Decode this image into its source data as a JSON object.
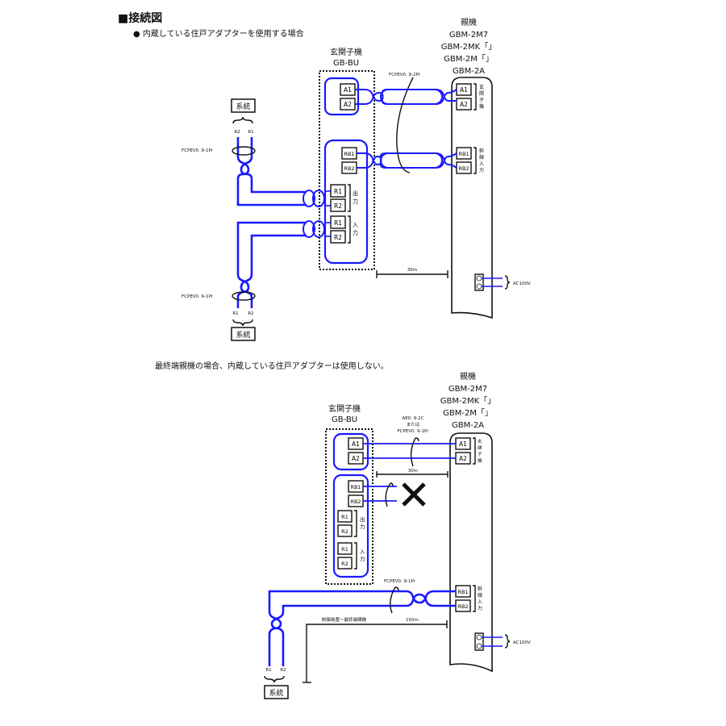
{
  "heading": "■接続図",
  "section1": {
    "caption": "● 内蔵している住戸アダプターを使用する場合",
    "entry_unit": {
      "label": "玄関子機",
      "model": "GB-BU"
    },
    "master_unit": {
      "label": "親機",
      "models": [
        "GBM-2M7",
        "GBM-2MK「」",
        "GBM-2M「」",
        "GBM-2A"
      ]
    },
    "terminals_entry": {
      "A1": "A1",
      "A2": "A2",
      "RB1": "RB1",
      "RB2": "RB2",
      "R1": "R1",
      "R2": "R2"
    },
    "group_out": "出力",
    "group_in": "入力",
    "master_terminals": {
      "A1": "A1",
      "A2": "A2",
      "RB1": "RB1",
      "RB2": "RB2"
    },
    "master_group_entry": "玄関子機",
    "master_group_trunk": "幹線入力",
    "cable_top": "FCPEV0. 9-2Pr",
    "cable_upper_trunk": "FCPEV0. 9-1Pr",
    "cable_lower_trunk": "FCPEV0. 9-1Pr",
    "trunk_label": "系統",
    "trunk_upper_wires": [
      "R2",
      "R1"
    ],
    "trunk_lower_wires": [
      "R1",
      "R2"
    ],
    "distance": "30m",
    "power": "AC100V"
  },
  "section2": {
    "caption": "最終端親機の場合、内蔵している住戸アダプターは使用しない。",
    "entry_unit": {
      "label": "玄関子機",
      "model": "GB-BU"
    },
    "master_unit": {
      "label": "親機",
      "models": [
        "GBM-2M7",
        "GBM-2MK「」",
        "GBM-2M「」",
        "GBM-2A"
      ]
    },
    "cable_top": [
      "AE0. 9-2C",
      "または",
      "FCPEV0. 9-1Pr"
    ],
    "cable_trunk": "FCPEV0. 9-1Pr",
    "distance": "30m",
    "range_label": "制御装置～最終端親機",
    "range_distance": "150m",
    "trunk_label": "系統",
    "trunk_wires": [
      "R1",
      "R2"
    ],
    "power": "AC100V",
    "not_used_mark": "✕"
  }
}
